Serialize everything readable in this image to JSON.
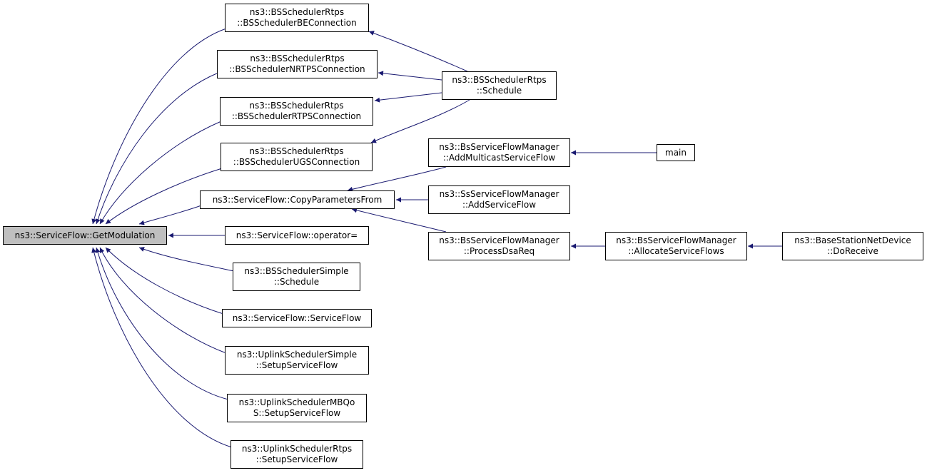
{
  "diagram": {
    "edge_color": "#191970",
    "root_fill": "#bfbfbf",
    "nodes": [
      {
        "id": "getmod",
        "lines": [
          "ns3::ServiceFlow::GetModulation"
        ]
      },
      {
        "id": "be",
        "lines": [
          "ns3::BSSchedulerRtps",
          "::BSSchedulerBEConnection"
        ]
      },
      {
        "id": "nrtps",
        "lines": [
          "ns3::BSSchedulerRtps",
          "::BSSchedulerNRTPSConnection"
        ]
      },
      {
        "id": "rtps",
        "lines": [
          "ns3::BSSchedulerRtps",
          "::BSSchedulerRTPSConnection"
        ]
      },
      {
        "id": "ugs",
        "lines": [
          "ns3::BSSchedulerRtps",
          "::BSSchedulerUGSConnection"
        ]
      },
      {
        "id": "copy",
        "lines": [
          "ns3::ServiceFlow::CopyParametersFrom"
        ]
      },
      {
        "id": "opeq",
        "lines": [
          "ns3::ServiceFlow::operator="
        ]
      },
      {
        "id": "simple",
        "lines": [
          "ns3::BSSchedulerSimple",
          "::Schedule"
        ]
      },
      {
        "id": "sfctor",
        "lines": [
          "ns3::ServiceFlow::ServiceFlow"
        ]
      },
      {
        "id": "ulsimple",
        "lines": [
          "ns3::UplinkSchedulerSimple",
          "::SetupServiceFlow"
        ]
      },
      {
        "id": "ulmbqos",
        "lines": [
          "ns3::UplinkSchedulerMBQo",
          "S::SetupServiceFlow"
        ]
      },
      {
        "id": "ulrtps",
        "lines": [
          "ns3::UplinkSchedulerRtps",
          "::SetupServiceFlow"
        ]
      },
      {
        "id": "sched",
        "lines": [
          "ns3::BSSchedulerRtps",
          "::Schedule"
        ]
      },
      {
        "id": "addmc",
        "lines": [
          "ns3::BsServiceFlowManager",
          "::AddMulticastServiceFlow"
        ]
      },
      {
        "id": "addsf",
        "lines": [
          "ns3::SsServiceFlowManager",
          "::AddServiceFlow"
        ]
      },
      {
        "id": "dsareq",
        "lines": [
          "ns3::BsServiceFlowManager",
          "::ProcessDsaReq"
        ]
      },
      {
        "id": "main",
        "lines": [
          "main"
        ]
      },
      {
        "id": "alloc",
        "lines": [
          "ns3::BsServiceFlowManager",
          "::AllocateServiceFlows"
        ]
      },
      {
        "id": "dorecv",
        "lines": [
          "ns3::BaseStationNetDevice",
          "::DoReceive"
        ]
      }
    ],
    "edges": [
      {
        "from": "be",
        "to": "getmod"
      },
      {
        "from": "nrtps",
        "to": "getmod"
      },
      {
        "from": "rtps",
        "to": "getmod"
      },
      {
        "from": "ugs",
        "to": "getmod"
      },
      {
        "from": "copy",
        "to": "getmod"
      },
      {
        "from": "opeq",
        "to": "getmod"
      },
      {
        "from": "simple",
        "to": "getmod"
      },
      {
        "from": "sfctor",
        "to": "getmod"
      },
      {
        "from": "ulsimple",
        "to": "getmod"
      },
      {
        "from": "ulmbqos",
        "to": "getmod"
      },
      {
        "from": "ulrtps",
        "to": "getmod"
      },
      {
        "from": "sched",
        "to": "be"
      },
      {
        "from": "sched",
        "to": "nrtps"
      },
      {
        "from": "sched",
        "to": "rtps"
      },
      {
        "from": "sched",
        "to": "ugs"
      },
      {
        "from": "addmc",
        "to": "copy"
      },
      {
        "from": "addsf",
        "to": "copy"
      },
      {
        "from": "dsareq",
        "to": "copy"
      },
      {
        "from": "main",
        "to": "addmc"
      },
      {
        "from": "alloc",
        "to": "dsareq"
      },
      {
        "from": "dorecv",
        "to": "alloc"
      }
    ]
  }
}
